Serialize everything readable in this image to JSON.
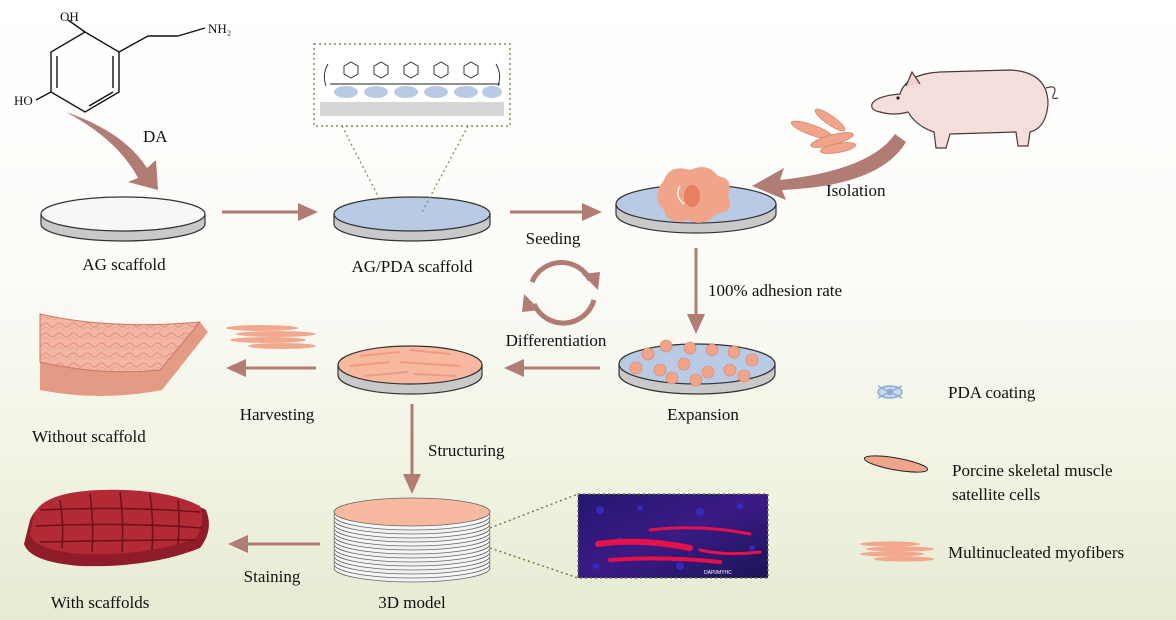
{
  "molecule": {
    "oh_top": "OH",
    "oh_left": "HO",
    "nh2": "NH₂",
    "name": "DA"
  },
  "labels": {
    "ag_scaffold": "AG scaffold",
    "ag_pda_scaffold": "AG/PDA scaffold",
    "seeding": "Seeding",
    "isolation": "Isolation",
    "adhesion": "100% adhesion rate",
    "differentiation": "Differentiation",
    "expansion": "Expansion",
    "harvesting": "Harvesting",
    "without_scaffold": "Without scaffold",
    "structuring": "Structuring",
    "staining": "Staining",
    "with_scaffolds": "With scaffolds",
    "model_3d": "3D model",
    "stain_caption": "DAPI/MYHC"
  },
  "legend": {
    "pda": "PDA coating",
    "cells_line1": "Porcine skeletal muscle",
    "cells_line2": "satellite cells",
    "fibers": "Multinucleated myofibers"
  },
  "colors": {
    "arrow": "#b07c74",
    "plate_blue": "#b9cbe4",
    "cell": "#f0a58a",
    "fiber": "#f2a88e",
    "meat": "#b22a36",
    "pig": "#f6dedd",
    "stain_bg": "#1a1460"
  }
}
